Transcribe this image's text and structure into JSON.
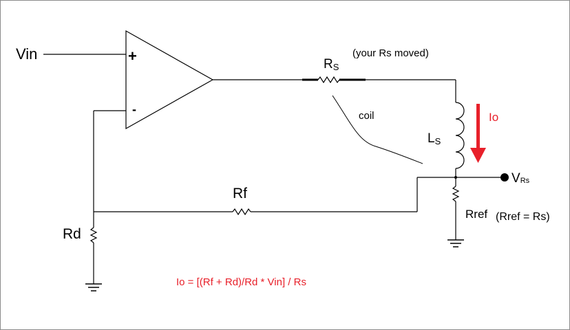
{
  "colors": {
    "wire": "#000000",
    "accent": "#e8202a",
    "border": "#8a8a8a"
  },
  "labels": {
    "vin": "Vin",
    "plus": "+",
    "minus": "-",
    "rs_main": "R",
    "rs_sub": "S",
    "rs_note": "(your Rs moved)",
    "coil": "coil",
    "ls_main": "L",
    "ls_sub": "S",
    "io": "Io",
    "vrs_main": "V",
    "vrs_sub": "Rs",
    "rf": "Rf",
    "rd": "Rd",
    "rref": "Rref",
    "rref_note": "(Rref = Rs)",
    "equation": "Io = [(Rf + Rd)/Rd * Vin] / Rs"
  },
  "icons": [
    "opamp-triangle",
    "resistor-zigzag",
    "inductor-coil",
    "ground-symbol",
    "current-arrow"
  ]
}
